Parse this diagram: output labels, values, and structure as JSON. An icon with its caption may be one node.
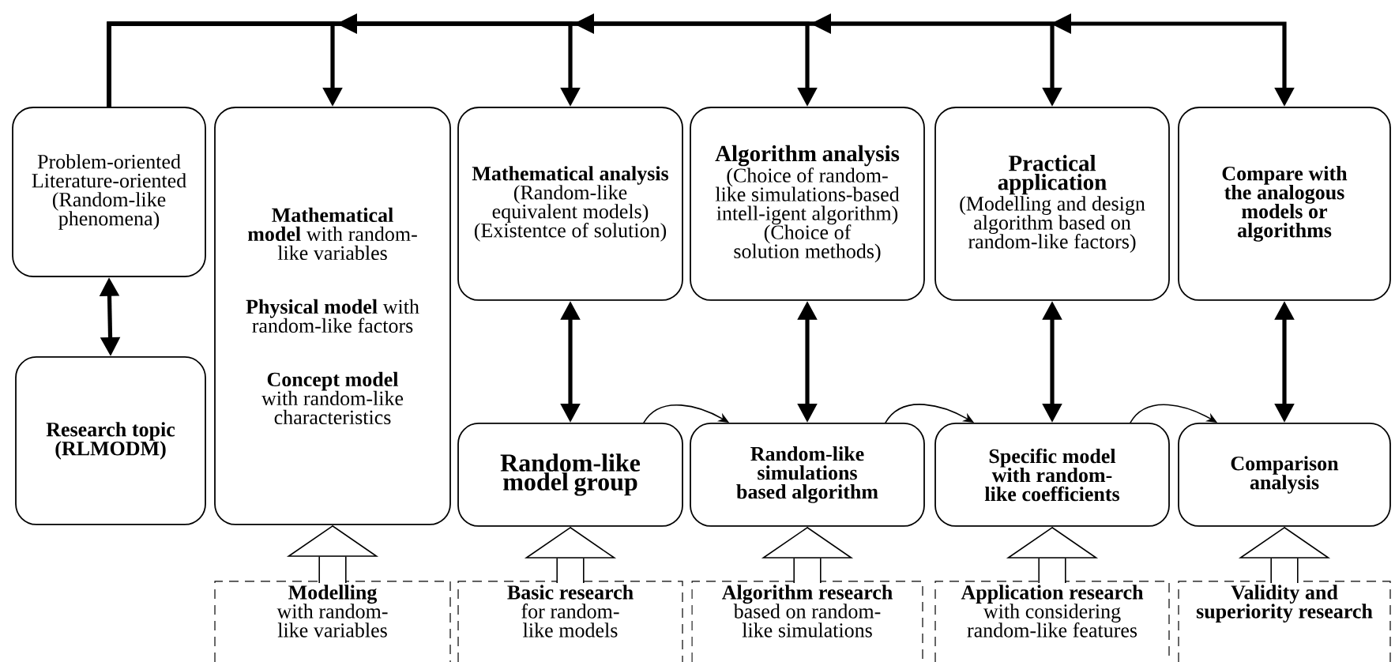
{
  "diagram": {
    "nodes": [
      {
        "text": [
          "Problem-oriented Literature-oriented (Random-like phenomena)"
        ]
      },
      {
        "text": [
          "Research topic (RLMODM)"
        ]
      },
      {
        "text": [
          "**Mathematical model** with random-like variables",
          "**Physical model** with random-like factors",
          "**Concept model** with random-like characteristics"
        ]
      },
      {
        "text": [
          "Mathematical analysis",
          "(Random-like equivalent models)",
          "(Existentce of solution)"
        ]
      },
      {
        "text": [
          "Algorithm analysis",
          "(Choice of random-like simulations-based intell-igent algorithm)",
          "(Choice of solution methods)"
        ]
      },
      {
        "text": [
          "Practical application",
          "(Modelling and design algorithm based on random-like factors)"
        ]
      },
      {
        "text": [
          "Compare with the analogous models or algorithms"
        ]
      },
      {
        "text": [
          "Random-like model group"
        ]
      },
      {
        "text": [
          "Random-like simulations based algorithm"
        ]
      },
      {
        "text": [
          "Specific model with random-like coefficients"
        ]
      },
      {
        "text": [
          "Comparison analysis"
        ]
      },
      {
        "text": [
          "Modelling",
          "with random-like variables"
        ]
      },
      {
        "text": [
          "Basic research",
          "for random-like models"
        ]
      },
      {
        "text": [
          "Algorithm research",
          "based on random-like simulations"
        ]
      },
      {
        "text": [
          "Application research",
          "with considering random-like features"
        ]
      },
      {
        "text": [
          "Validity and superiority research"
        ]
      }
    ],
    "edges": [
      {
        "from": 0,
        "to": 2,
        "arrow": "to"
      },
      {
        "from": 0,
        "to": 3,
        "arrow": "to"
      },
      {
        "from": 0,
        "to": 4,
        "arrow": "to"
      },
      {
        "from": 0,
        "to": 5,
        "arrow": "to"
      },
      {
        "from": 0,
        "to": 6,
        "arrow": "to"
      },
      {
        "from": 0,
        "to": 1,
        "arrow": "both"
      },
      {
        "from": 3,
        "to": 7,
        "arrow": "both"
      },
      {
        "from": 4,
        "to": 8,
        "arrow": "both"
      },
      {
        "from": 5,
        "to": 9,
        "arrow": "both"
      },
      {
        "from": 6,
        "to": 10,
        "arrow": "both"
      },
      {
        "from": 7,
        "to": 8,
        "arrow": "to"
      },
      {
        "from": 8,
        "to": 9,
        "arrow": "to"
      },
      {
        "from": 9,
        "to": 10,
        "arrow": "to"
      },
      {
        "from": 11,
        "to": 2,
        "arrow": "to",
        "style": "thick"
      },
      {
        "from": 12,
        "to": 7,
        "arrow": "to",
        "style": "thick"
      },
      {
        "from": 13,
        "to": 8,
        "arrow": "to",
        "style": "thick"
      },
      {
        "from": 14,
        "to": 9,
        "arrow": "to",
        "style": "thick"
      },
      {
        "from": 15,
        "to": 10,
        "arrow": "to",
        "style": "thick"
      }
    ]
  }
}
